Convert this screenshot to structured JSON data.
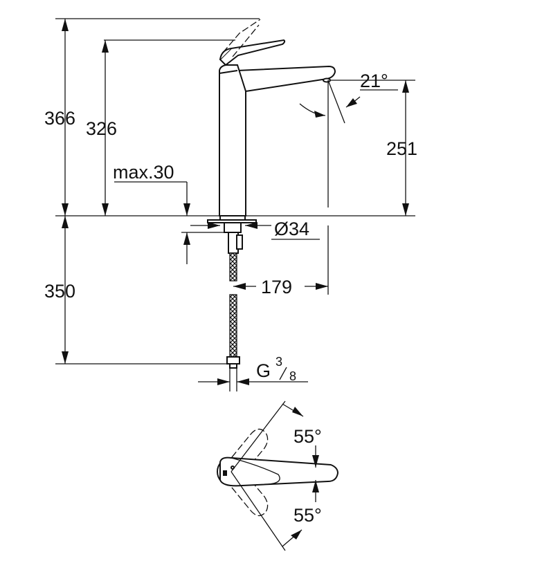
{
  "dimensions": {
    "total_height": "366",
    "lever_height": "326",
    "spout_height": "251",
    "spout_angle": "21°",
    "max_thickness": "max.30",
    "hole_diameter": "Ø34",
    "spout_reach": "179",
    "hose_length": "350",
    "thread_main": "G",
    "thread_num": "3",
    "thread_den": "8",
    "swing_left": "55°",
    "swing_right": "55°"
  },
  "colors": {
    "ink": "#111111",
    "paper": "#ffffff"
  }
}
